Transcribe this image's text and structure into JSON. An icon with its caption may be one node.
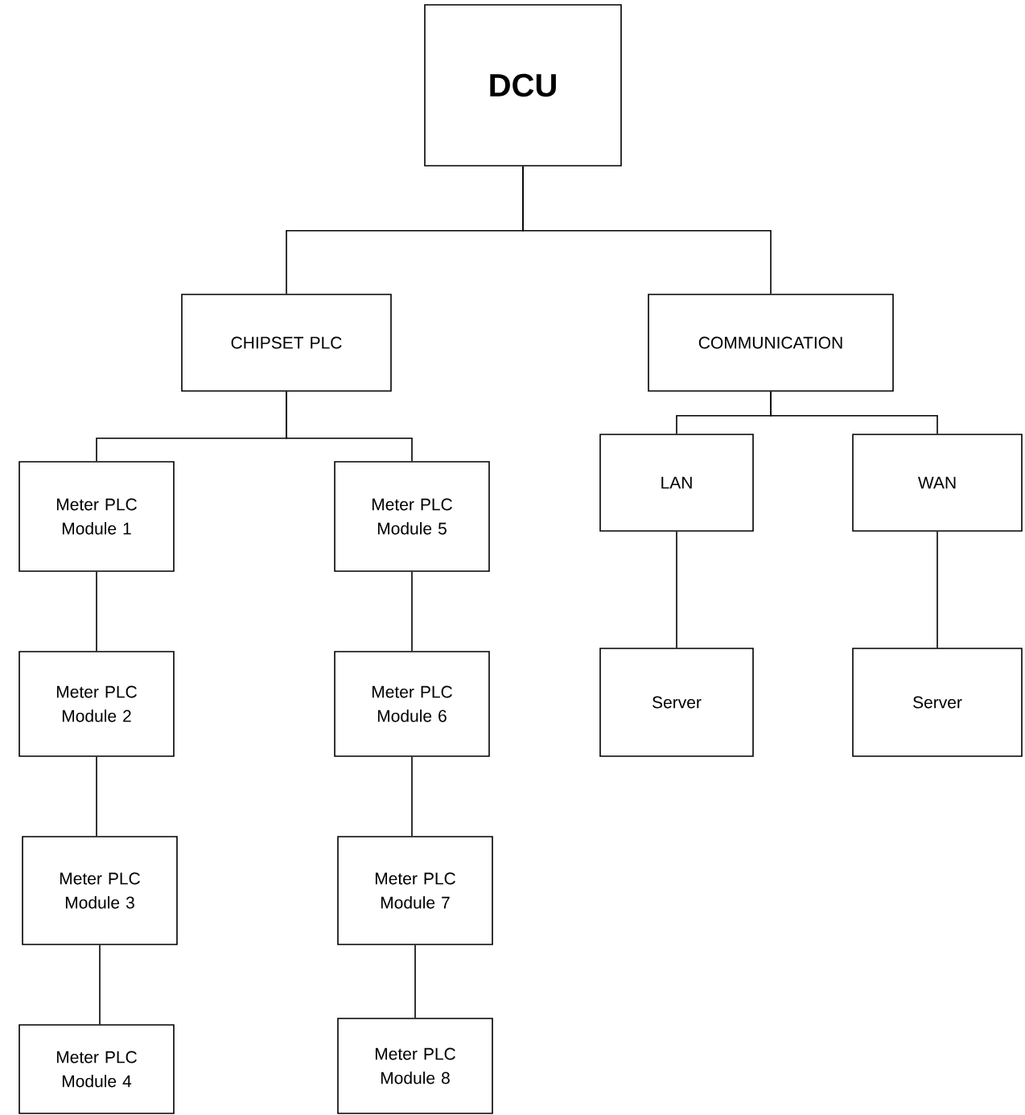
{
  "diagram": {
    "nodes": [
      {
        "text": [
          "DCU"
        ]
      },
      {
        "text": [
          "CHIPSET PLC"
        ]
      },
      {
        "text": [
          "COMMUNICATION"
        ]
      },
      {
        "text": [
          "Meter PLC Module 1"
        ]
      },
      {
        "text": [
          "Meter PLC Module 5"
        ]
      },
      {
        "text": [
          "LAN"
        ]
      },
      {
        "text": [
          "WAN"
        ]
      },
      {
        "text": [
          "Meter PLC Module 2"
        ]
      },
      {
        "text": [
          "Meter PLC Module 6"
        ]
      },
      {
        "text": [
          "Server"
        ]
      },
      {
        "text": [
          "Server"
        ]
      },
      {
        "text": [
          "Meter PLC Module 3"
        ]
      },
      {
        "text": [
          "Meter PLC Module 7"
        ]
      },
      {
        "text": [
          "Meter PLC Module 4"
        ]
      },
      {
        "text": [
          "Meter PLC Module 8"
        ]
      }
    ],
    "edges": [
      {
        "from": 0,
        "to": 1,
        "arrow": "none"
      },
      {
        "from": 0,
        "to": 2,
        "arrow": "none"
      },
      {
        "from": 1,
        "to": 3,
        "arrow": "none"
      },
      {
        "from": 1,
        "to": 4,
        "arrow": "none"
      },
      {
        "from": 2,
        "to": 5,
        "arrow": "none"
      },
      {
        "from": 2,
        "to": 6,
        "arrow": "none"
      },
      {
        "from": 3,
        "to": 7,
        "arrow": "none"
      },
      {
        "from": 7,
        "to": 11,
        "arrow": "none"
      },
      {
        "from": 11,
        "to": 13,
        "arrow": "none"
      },
      {
        "from": 4,
        "to": 8,
        "arrow": "none"
      },
      {
        "from": 8,
        "to": 12,
        "arrow": "none"
      },
      {
        "from": 12,
        "to": 14,
        "arrow": "none"
      },
      {
        "from": 5,
        "to": 9,
        "arrow": "none"
      },
      {
        "from": 6,
        "to": 10,
        "arrow": "none"
      }
    ]
  }
}
